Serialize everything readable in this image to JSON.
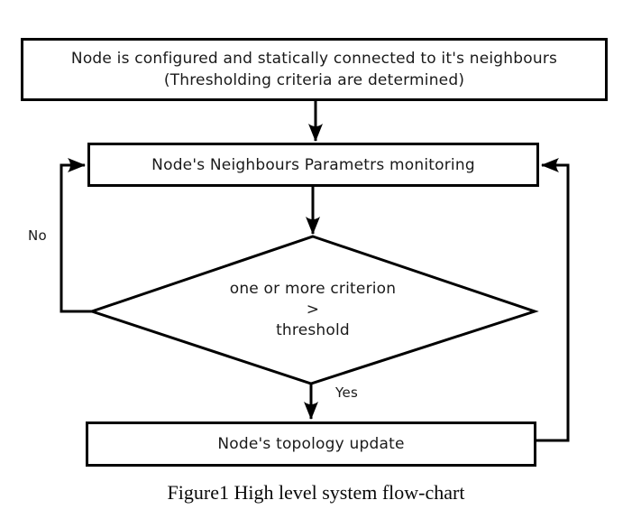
{
  "figure": {
    "caption": "Figure1 High level system flow-chart",
    "start_box": {
      "line1": "Node is configured and statically connected to it's neighbours",
      "line2": "(Thresholding criteria are determined)"
    },
    "monitoring_box": {
      "label": "Node's Neighbours Parametrs monitoring"
    },
    "decision_diamond": {
      "line1": "one or more criterion",
      "line2": ">",
      "line3": "threshold"
    },
    "update_box": {
      "label": "Node's topology update"
    },
    "edge_labels": {
      "yes": "Yes",
      "no": "No"
    },
    "colors": {
      "line": "#000000",
      "background": "#ffffff",
      "text": "#1a1a1a"
    }
  }
}
